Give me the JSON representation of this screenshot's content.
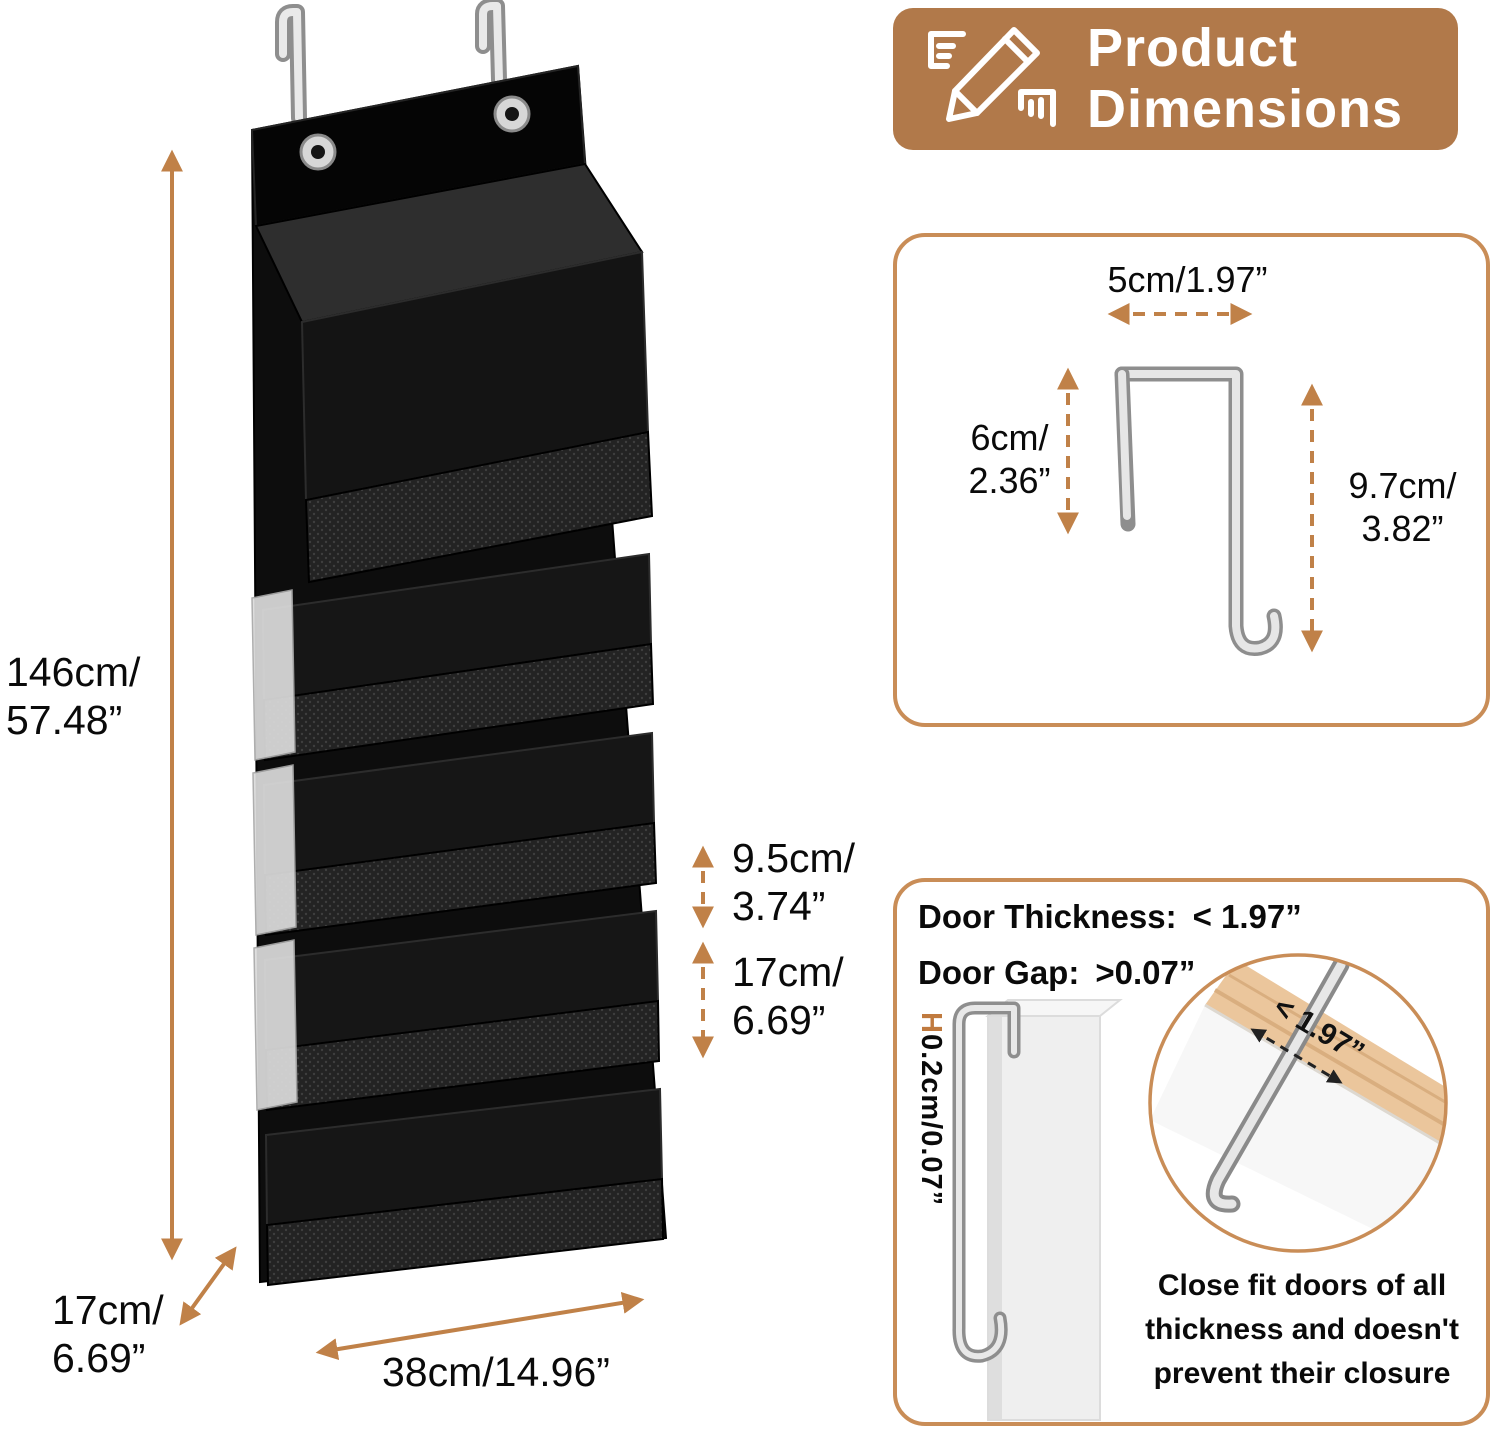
{
  "colors": {
    "accent_brown": "#c08148",
    "header_brown": "#b1794a",
    "panel_border": "#c98d57",
    "organizer_black": "#111111",
    "metal_gray": "#d7d7d7",
    "wood_tan": "#ebc69c"
  },
  "header": {
    "title_line1": "Product",
    "title_line2": "Dimensions"
  },
  "organizer_dims": {
    "height_line1": "146cm/",
    "height_line2": "57.48”",
    "depth_line1": "17cm/",
    "depth_line2": "6.69”",
    "width": "38cm/14.96”",
    "pocket_height_line1": "9.5cm/",
    "pocket_height_line2": "3.74”",
    "pocket_depth_line1": "17cm/",
    "pocket_depth_line2": "6.69”"
  },
  "hook_panel": {
    "hook_width": "5cm/1.97”",
    "front_height_line1": "6cm/",
    "front_height_line2": "2.36”",
    "back_height_line1": "9.7cm/",
    "back_height_line2": "3.82”"
  },
  "door_panel": {
    "thickness_label": "Door Thickness:",
    "thickness_value": "< 1.97”",
    "gap_label": "Door Gap:",
    "gap_value": ">0.07”",
    "clearance_prefix": "H",
    "clearance_value": "0.2cm/0.07”",
    "inset_dimension": "< 1.97”",
    "note_line1": "Close fit doors of all",
    "note_line2": "thickness and doesn't",
    "note_line3": "prevent their closure"
  }
}
